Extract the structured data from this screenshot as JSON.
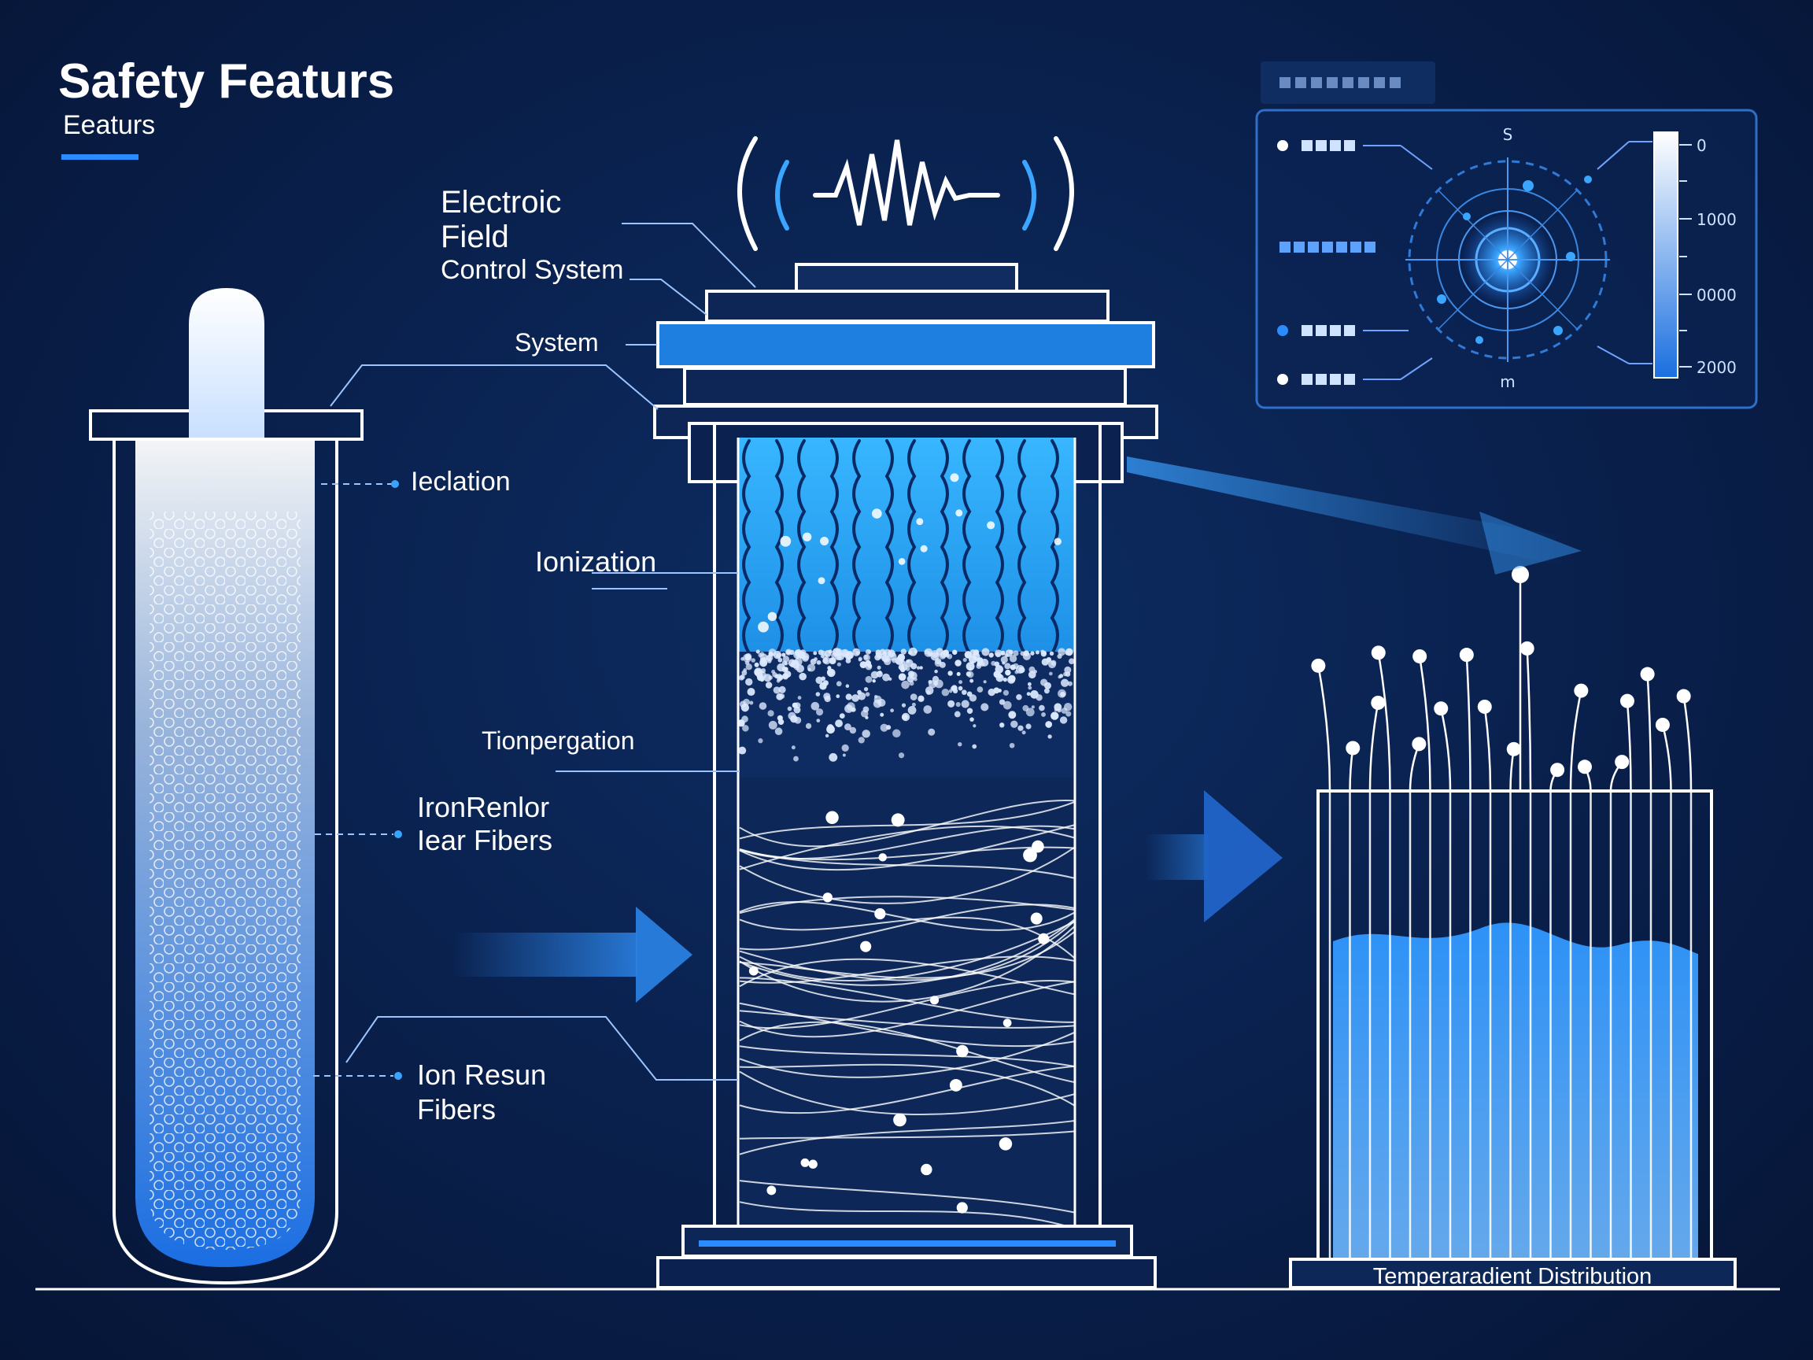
{
  "header": {
    "title": "Safety Featurs",
    "subtitle": "Eeaturs"
  },
  "labels": {
    "electric_field": [
      "Electroic",
      "Field",
      "Control System"
    ],
    "system": "System",
    "left_ionization": "Ieclation",
    "ionization": "Ionization",
    "transmission": "Tionpergation",
    "fibers_a": [
      "IronRenlor",
      "Iear Fibers"
    ],
    "fibers_b": [
      "Ion Resun",
      "Fibers"
    ],
    "temperature": "Temperaradient Distribution"
  },
  "panel": {
    "top_label": "S",
    "bottom_label": "m",
    "scale": [
      "0",
      "1000",
      "0000",
      "2000"
    ]
  },
  "colors": {
    "background": "#0a2250",
    "accent": "#2a8cff",
    "line": "#ffffff",
    "liquid": "#1e8fff"
  },
  "icons": [
    "signal-wave-icon",
    "radar-target-icon",
    "arrow-right-icon"
  ]
}
